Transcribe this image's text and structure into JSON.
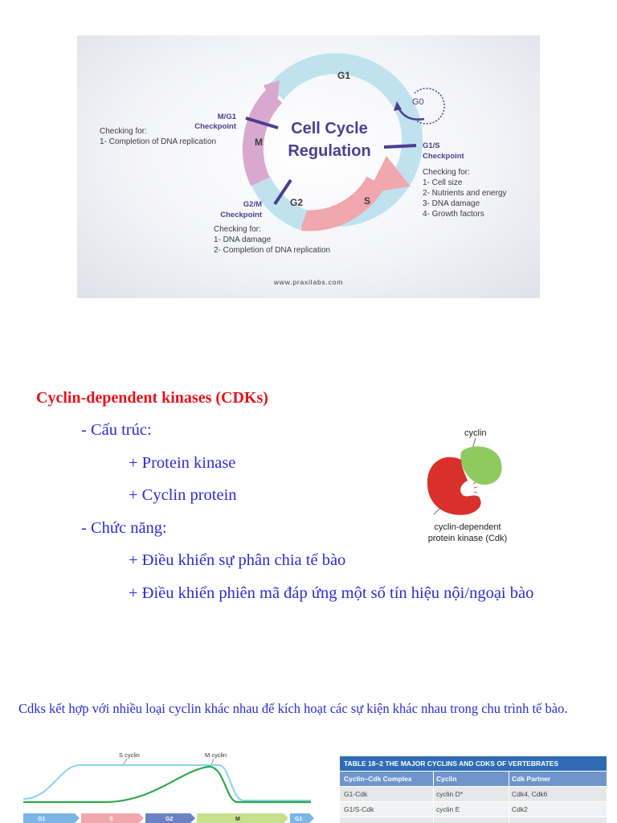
{
  "cycle_figure": {
    "title_line1": "Cell Cycle",
    "title_line2": "Regulation",
    "phases": {
      "g1": "G1",
      "s": "S",
      "g2": "G2",
      "m": "M",
      "g0": "G0"
    },
    "checkpoints": {
      "mg1": {
        "name_line1": "M/G1",
        "name_line2": "Checkpoint",
        "checking_for": "Checking for:",
        "items": [
          "1- Completion of DNA replication"
        ]
      },
      "g1s": {
        "name_line1": "G1/S",
        "name_line2": "Checkpoint",
        "checking_for": "Checking for:",
        "items": [
          "1- Cell size",
          "2- Nutrients and energy",
          "3- DNA damage",
          "4- Growth factors"
        ]
      },
      "g2m": {
        "name_line1": "G2/M",
        "name_line2": "Checkpoint",
        "checking_for": "Checking for:",
        "items": [
          "1- DNA damage",
          "2- Completion of DNA replication"
        ]
      }
    },
    "source": "www.praxilabs.com",
    "colors": {
      "g1": "#bfe2ee",
      "s": "#f0a7ae",
      "m": "#d9a8cf",
      "checkpoint_bar": "#4b3f91"
    }
  },
  "cdk_section": {
    "heading": "Cyclin-dependent kinases (CDKs)",
    "structure_label": "- Cấu trúc:",
    "structure_items": [
      "+ Protein kinase",
      "+ Cyclin protein"
    ],
    "function_label": "- Chức năng:",
    "function_items": [
      "+ Điều khiển sự phân chia tế bào",
      "+ Điều khiển phiên mã đáp ứng một số tín hiệu nội/ngoại bào"
    ],
    "colors": {
      "heading": "#e8121b",
      "body": "#2b2bd6"
    }
  },
  "cdk_figure": {
    "cyclin_label": "cyclin",
    "cdk_label_line1": "cyclin-dependent",
    "cdk_label_line2": "protein kinase (Cdk)",
    "colors": {
      "cyclin": "#8fca5e",
      "cdk": "#d9302c"
    }
  },
  "paragraph": "Cdks kết hợp với nhiều loại cyclin khác nhau để kích hoạt các sự kiện khác nhau trong chu trình tế bào.",
  "timeline_figure": {
    "s_cyclin_label": "S cyclin",
    "m_cyclin_label": "M cyclin",
    "phases": [
      "G1",
      "S",
      "G2",
      "M",
      "G1"
    ],
    "colors": {
      "s_cyclin": "#8ad4ec",
      "m_cyclin": "#2aa84a"
    }
  },
  "table_figure": {
    "caption": "TABLE 18–2 THE MAJOR CYCLINS AND CDKS OF VERTEBRATES",
    "headers": [
      "Cyclin–Cdk Complex",
      "Cyclin",
      "Cdk Partner"
    ],
    "rows": [
      [
        "G1-Cdk",
        "cyclin D*",
        "Cdk4, Cdk6"
      ],
      [
        "G1/S-Cdk",
        "cyclin E",
        "Cdk2"
      ]
    ],
    "colors": {
      "caption_bg": "#2f6cb5",
      "header_bg": "#6f95cc"
    }
  }
}
